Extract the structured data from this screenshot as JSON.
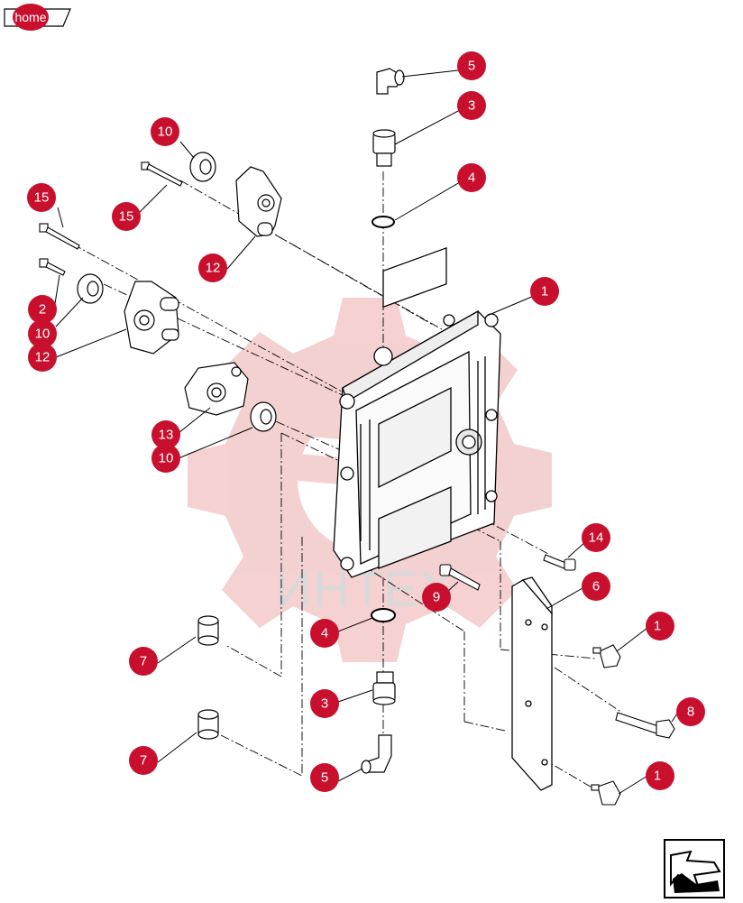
{
  "nav": {
    "home_label": "home"
  },
  "watermark": {
    "text": "ИНТЕХ"
  },
  "colors": {
    "callout": "#c8102e",
    "line": "#000000",
    "watermark": "#f3c9c9"
  },
  "callouts": [
    {
      "id": "c5-top",
      "label": "5"
    },
    {
      "id": "c3-top",
      "label": "3"
    },
    {
      "id": "c4-top",
      "label": "4"
    },
    {
      "id": "c1-top",
      "label": "1"
    },
    {
      "id": "c10-top",
      "label": "10"
    },
    {
      "id": "c15-upper",
      "label": "15"
    },
    {
      "id": "c15-left",
      "label": "15"
    },
    {
      "id": "c12-upper",
      "label": "12"
    },
    {
      "id": "c2",
      "label": "2"
    },
    {
      "id": "c10-mid",
      "label": "10"
    },
    {
      "id": "c12-left",
      "label": "12"
    },
    {
      "id": "c13",
      "label": "13"
    },
    {
      "id": "c10-low",
      "label": "10"
    },
    {
      "id": "c14",
      "label": "14"
    },
    {
      "id": "c6",
      "label": "6"
    },
    {
      "id": "c9",
      "label": "9"
    },
    {
      "id": "c4-low",
      "label": "4"
    },
    {
      "id": "c1-mid",
      "label": "1"
    },
    {
      "id": "c7-upper",
      "label": "7"
    },
    {
      "id": "c3-low",
      "label": "3"
    },
    {
      "id": "c8",
      "label": "8"
    },
    {
      "id": "c7-lower",
      "label": "7"
    },
    {
      "id": "c5-low",
      "label": "5"
    },
    {
      "id": "c1-low",
      "label": "1"
    }
  ],
  "icons": {
    "next_page": "next-page-arrow-icon",
    "home": "home-tab-icon"
  }
}
